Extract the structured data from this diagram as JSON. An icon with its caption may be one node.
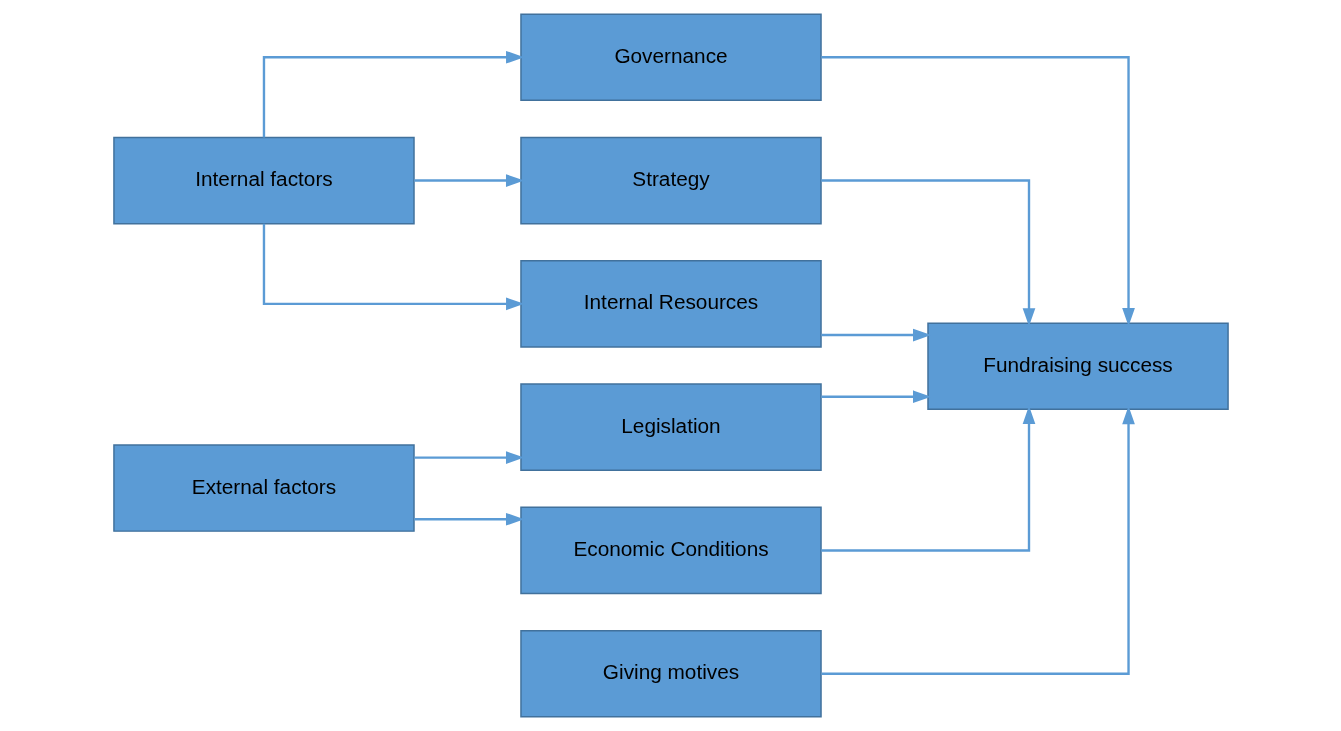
{
  "diagram": {
    "nodes": [
      {
        "text": [
          "Internal factors"
        ]
      },
      {
        "text": [
          "Governance"
        ]
      },
      {
        "text": [
          "Strategy"
        ]
      },
      {
        "text": [
          "Internal Resources"
        ]
      },
      {
        "text": [
          "External factors"
        ]
      },
      {
        "text": [
          "Legislation"
        ]
      },
      {
        "text": [
          "Economic Conditions"
        ]
      },
      {
        "text": [
          "Fundraising success"
        ]
      },
      {
        "text": [
          "Giving motives"
        ]
      }
    ],
    "edges": [
      {
        "from": 0,
        "to": 1,
        "arrow": "to"
      },
      {
        "from": 0,
        "to": 2,
        "arrow": "to"
      },
      {
        "from": 0,
        "to": 3,
        "arrow": "to"
      },
      {
        "from": 4,
        "to": 5,
        "arrow": "to"
      },
      {
        "from": 4,
        "to": 6,
        "arrow": "to"
      },
      {
        "from": 1,
        "to": 7,
        "arrow": "to"
      },
      {
        "from": 2,
        "to": 7,
        "arrow": "to"
      },
      {
        "from": 3,
        "to": 7,
        "arrow": "to"
      },
      {
        "from": 5,
        "to": 7,
        "arrow": "to"
      },
      {
        "from": 6,
        "to": 7,
        "arrow": "to"
      },
      {
        "from": 8,
        "to": 7,
        "arrow": "to"
      }
    ]
  }
}
